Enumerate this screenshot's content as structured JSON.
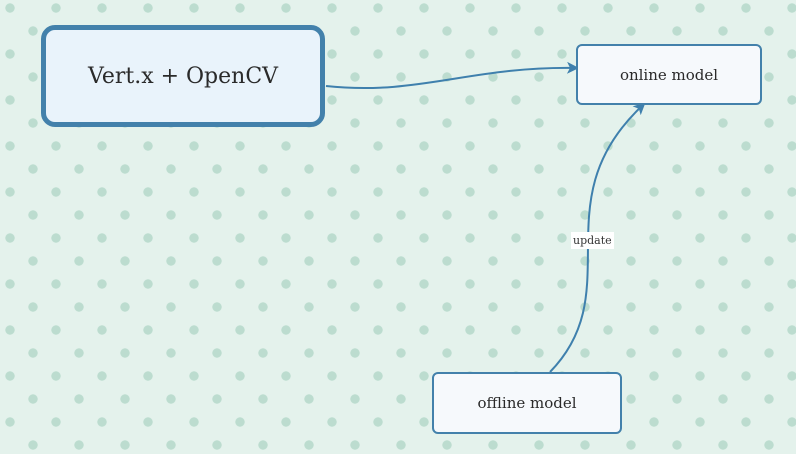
{
  "nodes": {
    "main": {
      "label": "Vert.x + OpenCV"
    },
    "online": {
      "label": "online model"
    },
    "offline": {
      "label": "offline model"
    }
  },
  "edges": [
    {
      "from": "Vert.x + OpenCV",
      "to": "online model",
      "label": ""
    },
    {
      "from": "offline model",
      "to": "online model",
      "label": "update"
    }
  ],
  "colors": {
    "background": "#e4f2ec",
    "dots": "#bcdccf",
    "edge": "#3f80ad",
    "node_border": "#4381ab",
    "node_fill": "#f4f8fc"
  }
}
